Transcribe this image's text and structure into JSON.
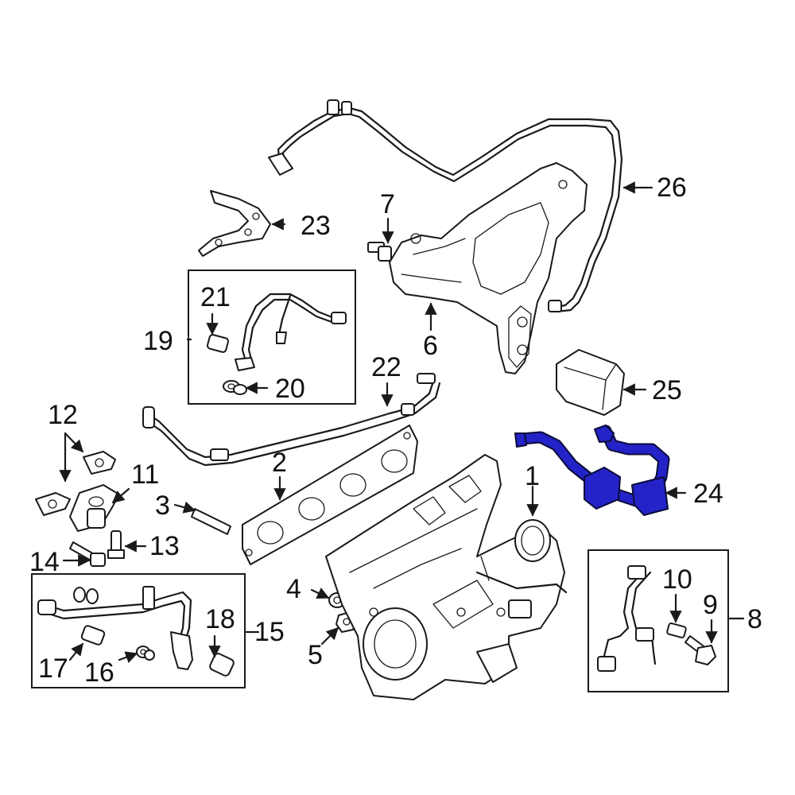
{
  "highlight_color": "#2323c8",
  "callouts": {
    "c1": "1",
    "c2": "2",
    "c3": "3",
    "c4": "4",
    "c5": "5",
    "c6": "6",
    "c7": "7",
    "c8": "8",
    "c9": "9",
    "c10": "10",
    "c11": "11",
    "c12": "12",
    "c13": "13",
    "c14": "14",
    "c15": "15",
    "c16": "16",
    "c17": "17",
    "c18": "18",
    "c19": "19",
    "c20": "20",
    "c21": "21",
    "c22": "22",
    "c23": "23",
    "c24": "24",
    "c25": "25",
    "c26": "26"
  }
}
